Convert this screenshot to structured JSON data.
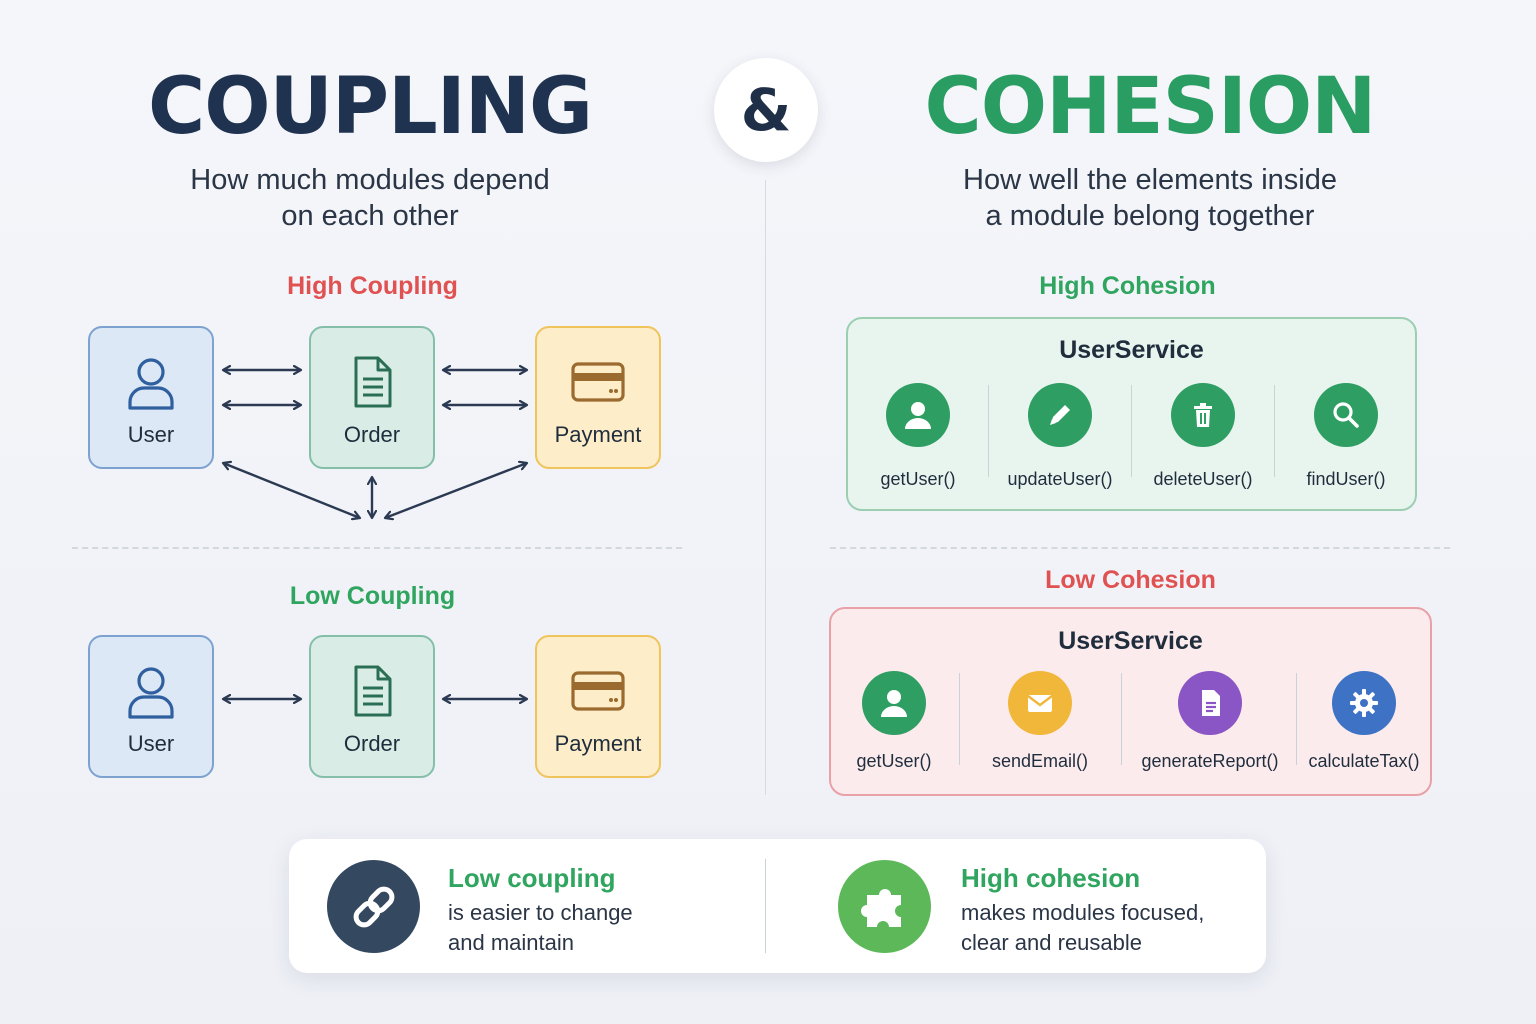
{
  "coupling": {
    "title": "COUPLING",
    "subtitle_line1": "How much modules depend",
    "subtitle_line2": "on each other",
    "high_label": "High Coupling",
    "low_label": "Low Coupling",
    "modules": {
      "user": "User",
      "order": "Order",
      "payment": "Payment"
    }
  },
  "ampersand": "&",
  "cohesion": {
    "title": "COHESION",
    "subtitle_line1": "How well the elements inside",
    "subtitle_line2": "a module belong together",
    "high_label": "High Cohesion",
    "low_label": "Low Cohesion",
    "high_service": {
      "name": "UserService",
      "methods": [
        {
          "label": "getUser()",
          "icon": "user-icon",
          "color": "#2e9e63"
        },
        {
          "label": "updateUser()",
          "icon": "pencil-icon",
          "color": "#2e9e63"
        },
        {
          "label": "deleteUser()",
          "icon": "trash-icon",
          "color": "#2e9e63"
        },
        {
          "label": "findUser()",
          "icon": "search-icon",
          "color": "#2e9e63"
        }
      ]
    },
    "low_service": {
      "name": "UserService",
      "methods": [
        {
          "label": "getUser()",
          "icon": "user-icon",
          "color": "#2e9e63"
        },
        {
          "label": "sendEmail()",
          "icon": "mail-icon",
          "color": "#f1b73b"
        },
        {
          "label": "generateReport()",
          "icon": "document-icon",
          "color": "#8a55c4"
        },
        {
          "label": "calculateTax()",
          "icon": "gear-icon",
          "color": "#3d72c4"
        }
      ]
    }
  },
  "summary": {
    "left_title": "Low coupling",
    "left_line1": "is easier to change",
    "left_line2": "and maintain",
    "right_title": "High cohesion",
    "right_line1": "makes modules focused,",
    "right_line2": "clear and reusable"
  },
  "colors": {
    "coupling_title": "#1f3350",
    "cohesion_title": "#2a9d62",
    "high_coupling": "#e05252",
    "low_coupling": "#2fa55f",
    "high_cohesion": "#2fa55f",
    "low_cohesion": "#e05252"
  }
}
